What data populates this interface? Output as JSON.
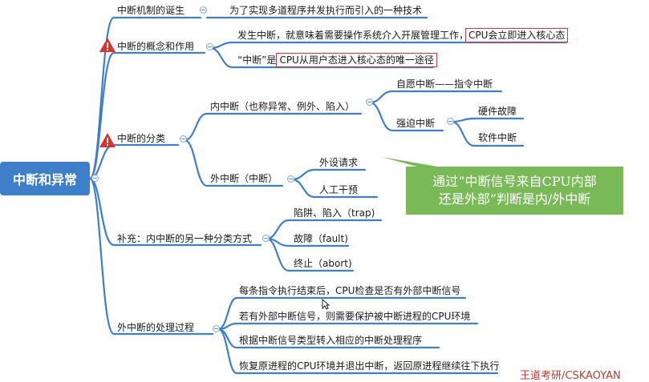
{
  "root": {
    "label": "中断和异常"
  },
  "branches": {
    "birth": {
      "label": "中断机制的诞生",
      "detail": "为了实现多道程序并发执行而引入的一种技术"
    },
    "concept": {
      "label": "中断的概念和作用",
      "point1": {
        "plain": "发生中断，就意味着需要操作系统介入开展管理工作，",
        "highlight": "CPU会立即进入核心态"
      },
      "point2": {
        "plain": "“中断”是",
        "highlight": "CPU从用户态进入核心态的唯一途径"
      }
    },
    "classification": {
      "label": "中断的分类",
      "internal": {
        "label": "内中断（也称异常、例外、陷入）",
        "voluntary": "自愿中断——指令中断",
        "forced": {
          "label": "强迫中断",
          "children": [
            "硬件故障",
            "软件中断"
          ]
        }
      },
      "external": {
        "label": "外中断（中断）",
        "children": [
          "外设请求",
          "人工干预"
        ]
      }
    },
    "supplement": {
      "label": "补充：内中断的另一种分类方式",
      "children": [
        "陷阱、陷入（trap)",
        "故障（fault)",
        "终止（abort)"
      ]
    },
    "process": {
      "label": "外中断的处理过程",
      "steps": [
        "每条指令执行结束后，CPU检查是否有外部中断信号",
        "若有外部中断信号，则需要保护被中断进程的CPU环境",
        "根据中断信号类型转入相应的中断处理程序",
        "恢复原进程的CPU环境并退出中断，返回原进程继续往下执行"
      ]
    }
  },
  "callout": {
    "line1": "通过“中断信号来自CPU内部",
    "line2": "还是外部”判断是内/外中断"
  },
  "watermark": "王道考研/CSKAOYAN",
  "colors": {
    "root_fill": "#3f7fc9",
    "branch_line": "#3f7fc9",
    "highlight_border": "#d0393f",
    "warning_fill": "#d9342b",
    "callout_fill": "#7ab957"
  }
}
